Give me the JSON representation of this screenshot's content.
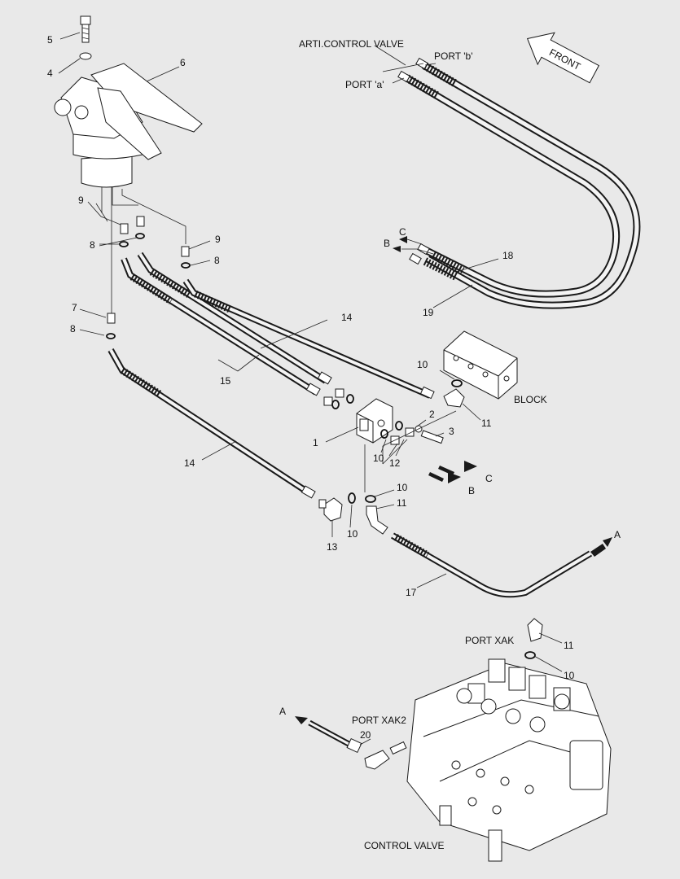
{
  "labels": {
    "arti_control_valve": "ARTI.CONTROL VALVE",
    "port_b": "PORT 'b'",
    "port_a": "PORT 'a'",
    "front": "FRONT",
    "block": "BLOCK",
    "port_xak": "PORT XAK",
    "port_xak2": "PORT XAK2",
    "control_valve": "CONTROL VALVE",
    "arrow_a_upper": "A",
    "arrow_a_lower": "A",
    "arrow_b_upper": "B",
    "arrow_c_upper": "C",
    "arrow_b_lower": "B",
    "arrow_c_lower": "C"
  },
  "callouts": {
    "c1": "1",
    "c2": "2",
    "c3": "3",
    "c4": "4",
    "c5": "5",
    "c6": "6",
    "c7": "7",
    "c8a": "8",
    "c8b": "8",
    "c8c": "8",
    "c9a": "9",
    "c9b": "9",
    "c10a": "10",
    "c10b": "10",
    "c10c": "10",
    "c10d": "10",
    "c10e": "10",
    "c11a": "11",
    "c11b": "11",
    "c11c": "11",
    "c12": "12",
    "c13": "13",
    "c14a": "14",
    "c14b": "14",
    "c15": "15",
    "c17": "17",
    "c18": "18",
    "c19": "19",
    "c20": "20"
  }
}
